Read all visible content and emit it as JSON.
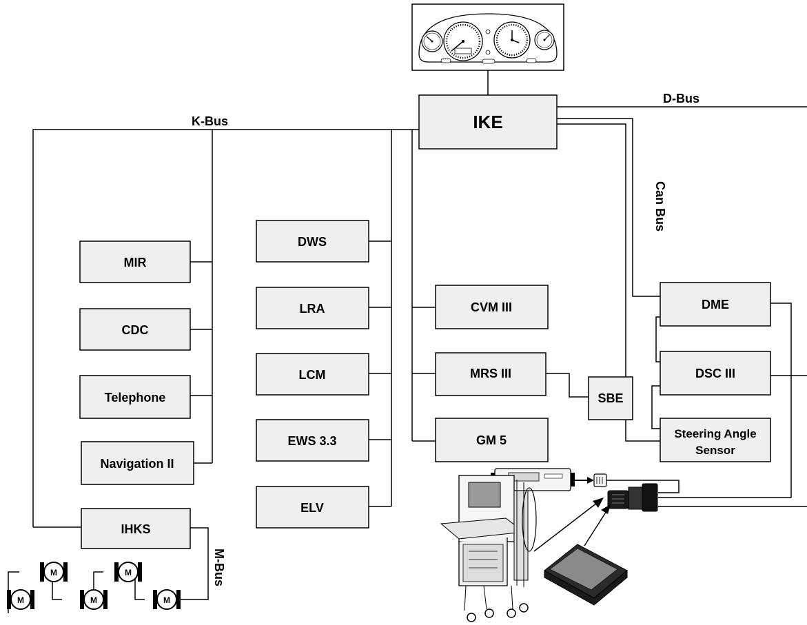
{
  "buses": {
    "k_bus": "K-Bus",
    "d_bus": "D-Bus",
    "can_bus": "Can Bus",
    "m_bus": "M-Bus"
  },
  "modules": {
    "ike": "IKE",
    "mir": "MIR",
    "cdc": "CDC",
    "telephone": "Telephone",
    "navigation": "Navigation II",
    "ihks": "IHKS",
    "dws": "DWS",
    "lra": "LRA",
    "lcm": "LCM",
    "ews": "EWS 3.3",
    "elv": "ELV",
    "cvm": "CVM III",
    "mrs": "MRS III",
    "gm": "GM 5",
    "sbe": "SBE",
    "dme": "DME",
    "dsc": "DSC III",
    "steering_line1": "Steering Angle",
    "steering_line2": "Sensor"
  },
  "motor_label": "M"
}
